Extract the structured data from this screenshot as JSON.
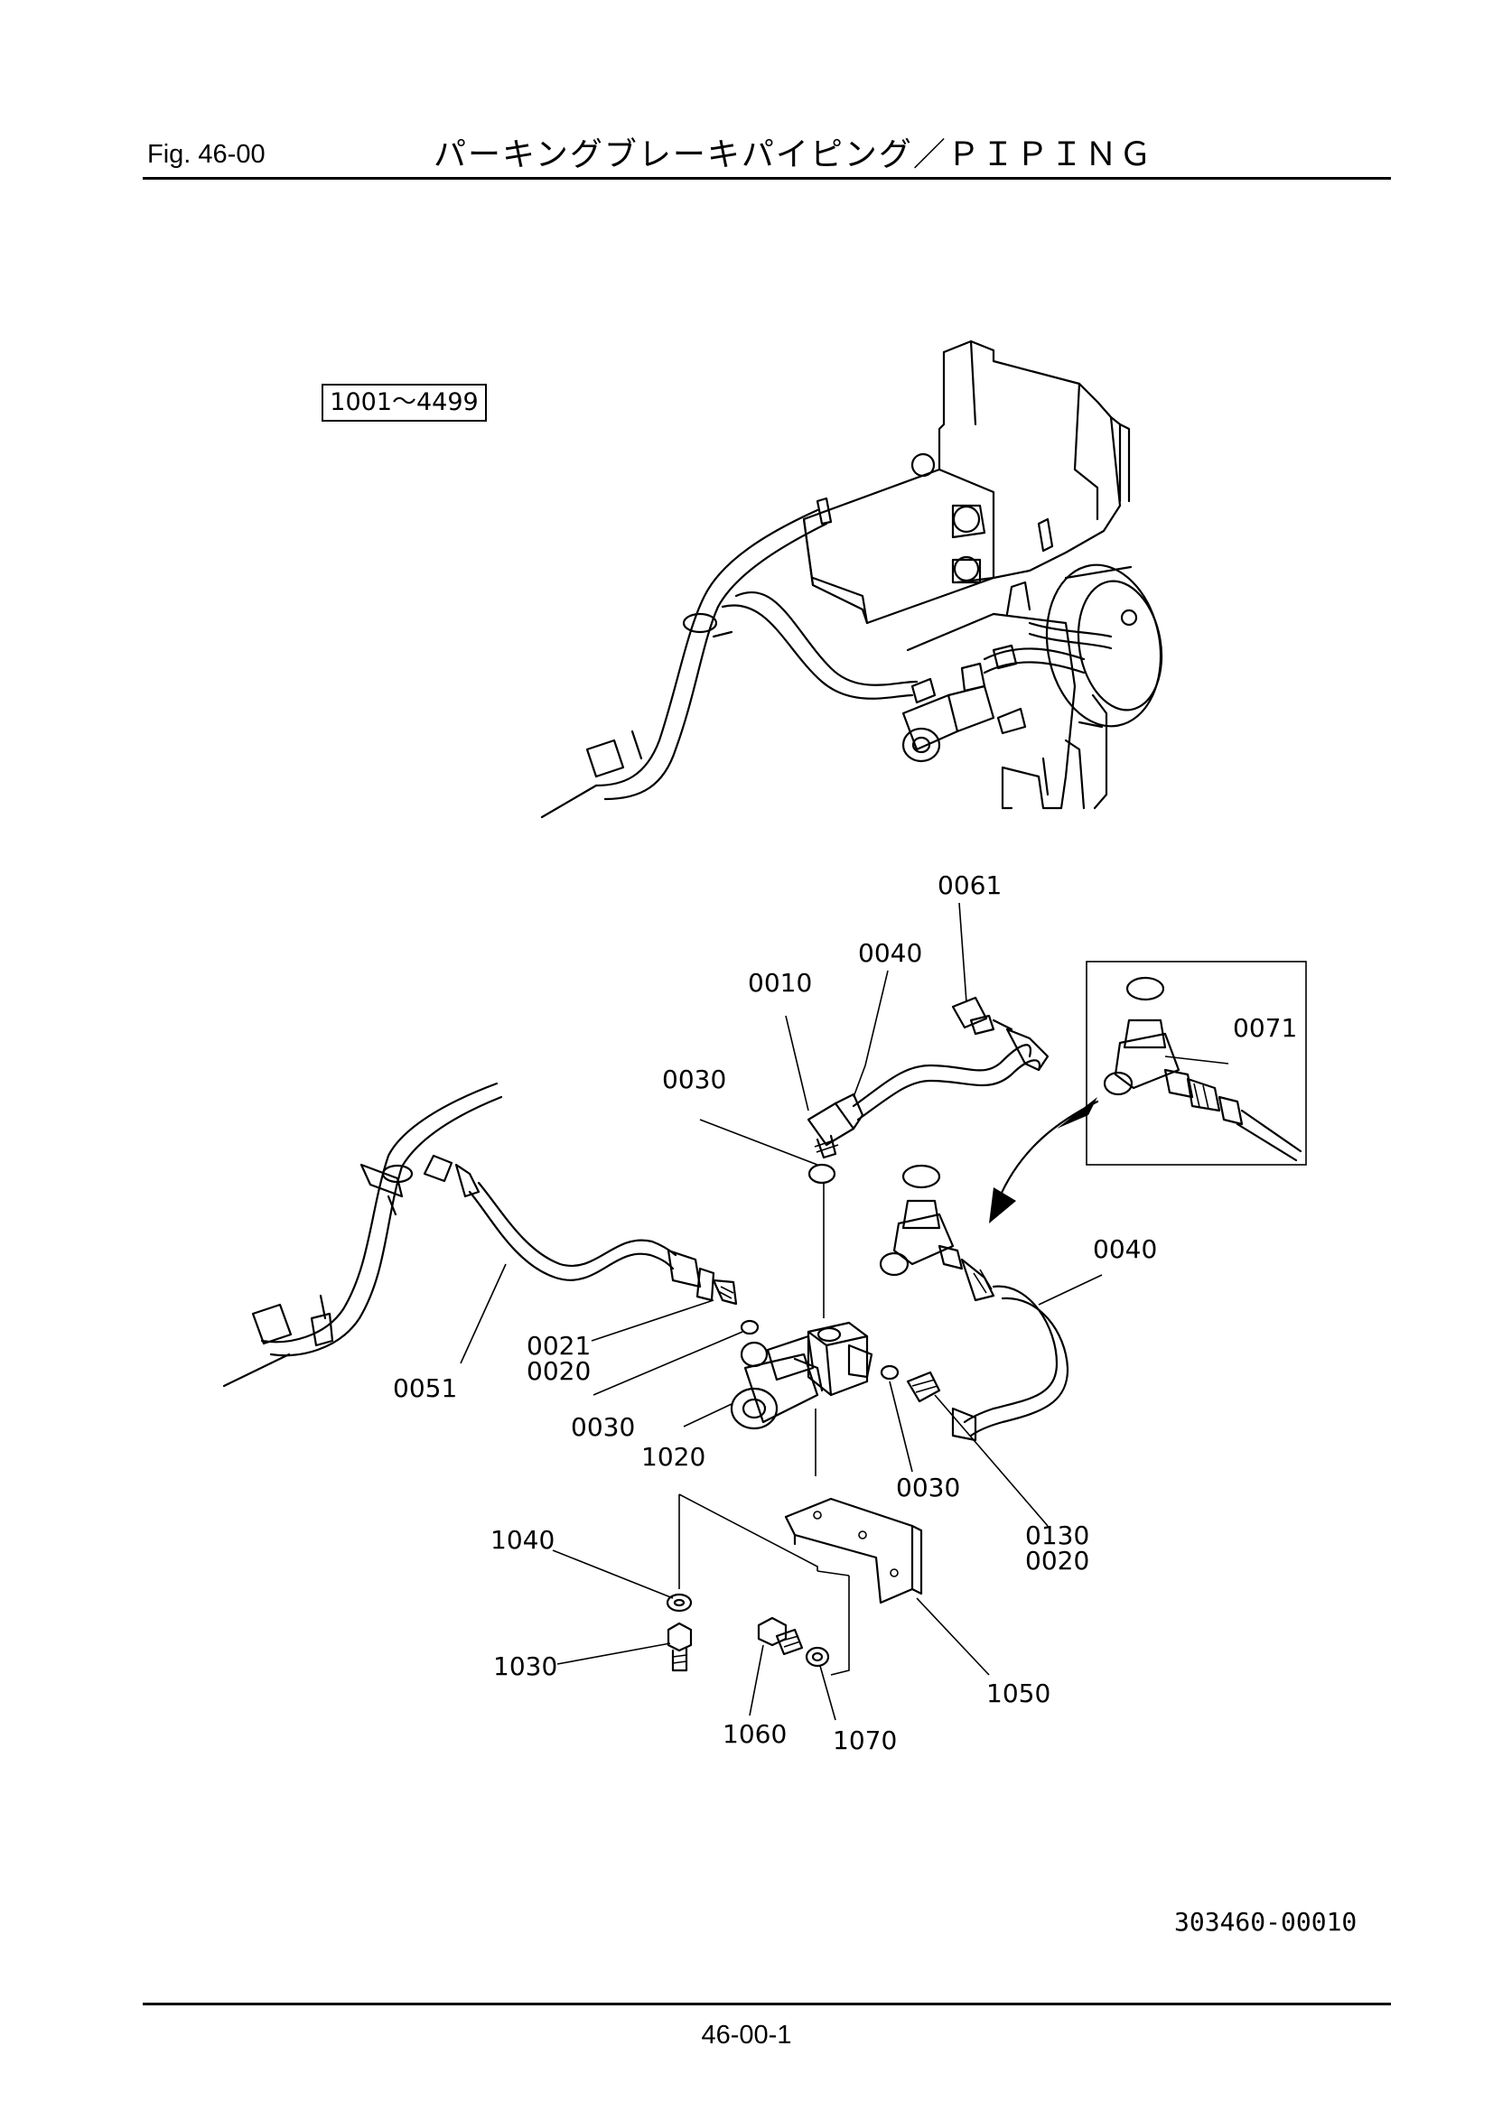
{
  "header": {
    "fig_label": "Fig.  46-00",
    "title": "パーキングブレーキパイピング／ＰＩＰＩＮＧ"
  },
  "serial_range": "1001～4499",
  "callouts": {
    "c0061": "0061",
    "c0040_top": "0040",
    "c0010": "0010",
    "c0030_top": "0030",
    "c0071": "0071",
    "c0040_right": "0040",
    "c0021": "0021",
    "c0020_left": "0020",
    "c0051": "0051",
    "c0030_left": "0030",
    "c1020": "1020",
    "c0030_right": "0030",
    "c0130": "0130",
    "c0020_right": "0020",
    "c1040": "1040",
    "c1030": "1030",
    "c1060": "1060",
    "c1070": "1070",
    "c1050": "1050"
  },
  "drawing_code": "303460-00010",
  "page_number": "46-00-1"
}
